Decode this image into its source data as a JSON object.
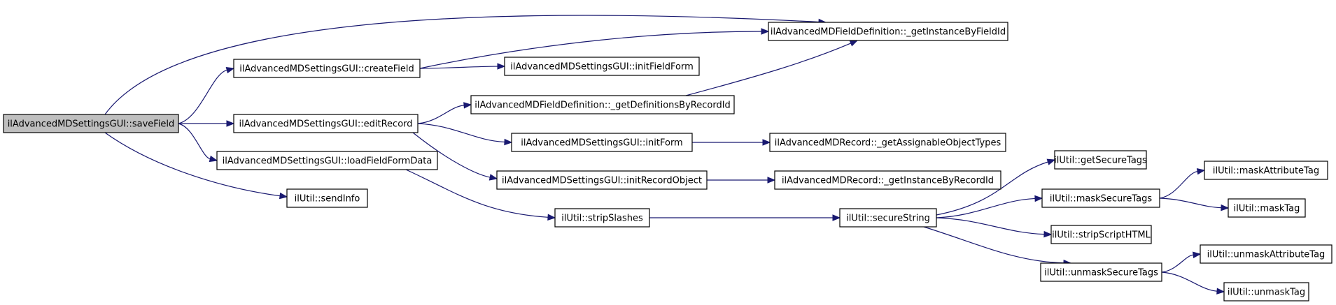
{
  "diagram": {
    "type": "call-graph",
    "colors": {
      "edge": "#191970",
      "root_fill": "#bfbfbf",
      "node_fill": "#ffffff",
      "node_border": "#000000"
    },
    "nodes": [
      {
        "id": "saveField",
        "label": "ilAdvancedMDSettingsGUI::saveField",
        "root": true
      },
      {
        "id": "getInstanceByFieldId",
        "label": "ilAdvancedMDFieldDefinition::_getInstanceByFieldId"
      },
      {
        "id": "createField",
        "label": "ilAdvancedMDSettingsGUI::createField"
      },
      {
        "id": "initFieldForm",
        "label": "ilAdvancedMDSettingsGUI::initFieldForm"
      },
      {
        "id": "getDefinitionsByRecordId",
        "label": "ilAdvancedMDFieldDefinition::_getDefinitionsByRecordId"
      },
      {
        "id": "editRecord",
        "label": "ilAdvancedMDSettingsGUI::editRecord"
      },
      {
        "id": "initForm",
        "label": "ilAdvancedMDSettingsGUI::initForm"
      },
      {
        "id": "getAssignableObjectTypes",
        "label": "ilAdvancedMDRecord::_getAssignableObjectTypes"
      },
      {
        "id": "loadFieldFormData",
        "label": "ilAdvancedMDSettingsGUI::loadFieldFormData"
      },
      {
        "id": "initRecordObject",
        "label": "ilAdvancedMDSettingsGUI::initRecordObject"
      },
      {
        "id": "getInstanceByRecordId",
        "label": "ilAdvancedMDRecord::_getInstanceByRecordId"
      },
      {
        "id": "sendInfo",
        "label": "ilUtil::sendInfo"
      },
      {
        "id": "stripSlashes",
        "label": "ilUtil::stripSlashes"
      },
      {
        "id": "secureString",
        "label": "ilUtil::secureString"
      },
      {
        "id": "getSecureTags",
        "label": "ilUtil::getSecureTags"
      },
      {
        "id": "maskSecureTags",
        "label": "ilUtil::maskSecureTags"
      },
      {
        "id": "maskAttributeTag",
        "label": "ilUtil::maskAttributeTag"
      },
      {
        "id": "maskTag",
        "label": "ilUtil::maskTag"
      },
      {
        "id": "stripScriptHTML",
        "label": "ilUtil::stripScriptHTML"
      },
      {
        "id": "unmaskSecureTags",
        "label": "ilUtil::unmaskSecureTags"
      },
      {
        "id": "unmaskAttributeTag",
        "label": "ilUtil::unmaskAttributeTag"
      },
      {
        "id": "unmaskTag",
        "label": "ilUtil::unmaskTag"
      }
    ],
    "edges": [
      {
        "from": "saveField",
        "to": "getInstanceByFieldId"
      },
      {
        "from": "saveField",
        "to": "createField"
      },
      {
        "from": "saveField",
        "to": "editRecord"
      },
      {
        "from": "saveField",
        "to": "loadFieldFormData"
      },
      {
        "from": "saveField",
        "to": "sendInfo"
      },
      {
        "from": "createField",
        "to": "getInstanceByFieldId"
      },
      {
        "from": "createField",
        "to": "initFieldForm"
      },
      {
        "from": "getDefinitionsByRecordId",
        "to": "getInstanceByFieldId"
      },
      {
        "from": "editRecord",
        "to": "getDefinitionsByRecordId"
      },
      {
        "from": "editRecord",
        "to": "initForm"
      },
      {
        "from": "editRecord",
        "to": "initRecordObject"
      },
      {
        "from": "initForm",
        "to": "getAssignableObjectTypes"
      },
      {
        "from": "initRecordObject",
        "to": "getInstanceByRecordId"
      },
      {
        "from": "loadFieldFormData",
        "to": "stripSlashes"
      },
      {
        "from": "stripSlashes",
        "to": "secureString"
      },
      {
        "from": "secureString",
        "to": "getSecureTags"
      },
      {
        "from": "secureString",
        "to": "maskSecureTags"
      },
      {
        "from": "secureString",
        "to": "stripScriptHTML"
      },
      {
        "from": "secureString",
        "to": "unmaskSecureTags"
      },
      {
        "from": "maskSecureTags",
        "to": "maskAttributeTag"
      },
      {
        "from": "maskSecureTags",
        "to": "maskTag"
      },
      {
        "from": "unmaskSecureTags",
        "to": "unmaskAttributeTag"
      },
      {
        "from": "unmaskSecureTags",
        "to": "unmaskTag"
      }
    ]
  }
}
